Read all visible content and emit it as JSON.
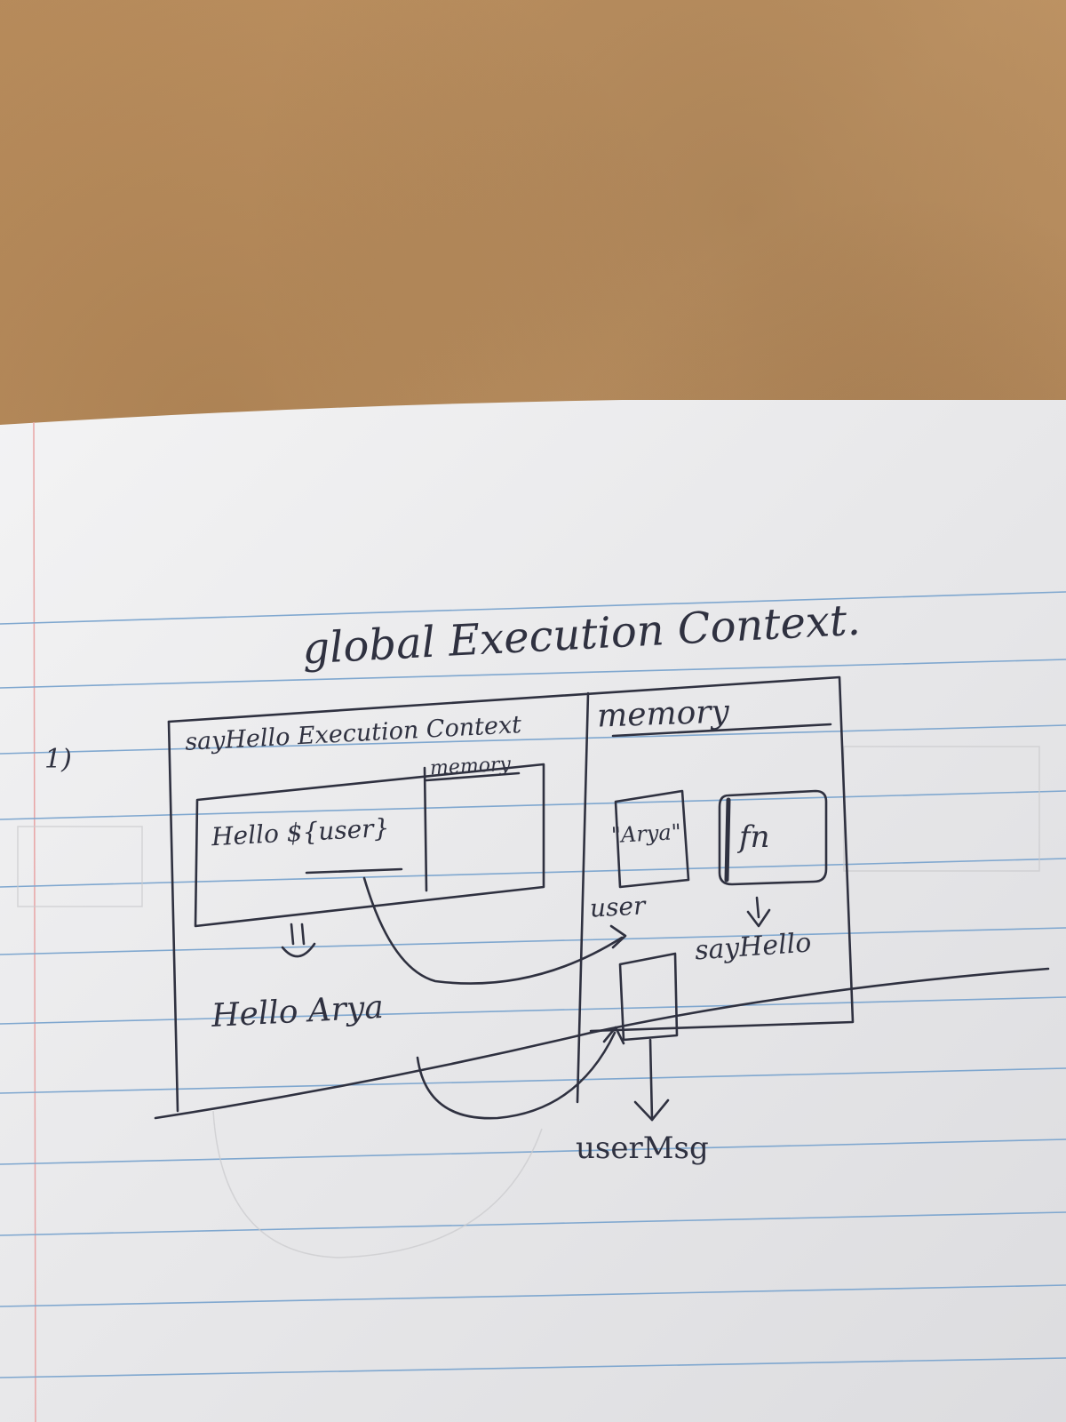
{
  "page_number": "1)",
  "title": "global Execution Context.",
  "fn_context": {
    "label": "sayHello Execution Context",
    "memory_label": "memory",
    "code": "Hello ${user}",
    "output": "Hello Arya"
  },
  "global_memory": {
    "label": "memory",
    "string_value": "\"Arya\"",
    "string_var": "user",
    "fn_value": "fn",
    "fn_var": "sayHello",
    "result_var": "userMsg"
  }
}
